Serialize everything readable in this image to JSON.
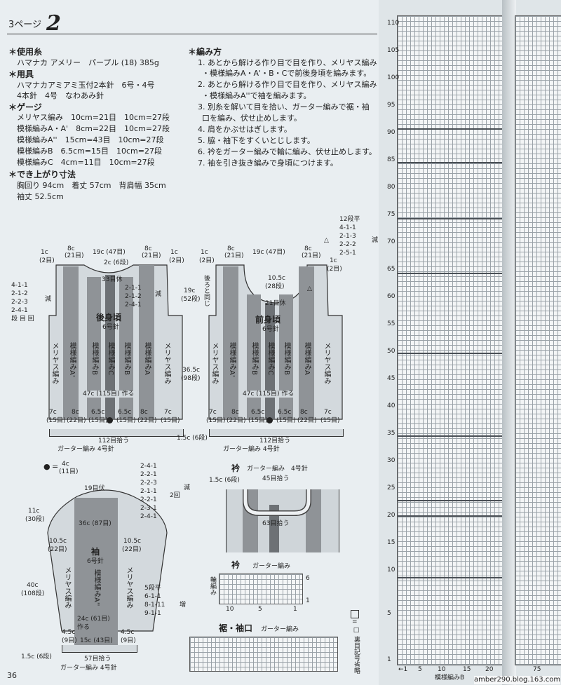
{
  "header": {
    "page_ref": "3ページ",
    "pattern_no": "2"
  },
  "materials": {
    "yarn_title": "＊使用糸",
    "yarn": "ハマナカ アメリー　パープル (18) 385g",
    "tools_title": "＊用具",
    "tools1": "ハマナカアミアミ玉付2本針　6号・4号",
    "tools2": "4本針　4号　なわあみ針",
    "gauge_title": "＊ゲージ",
    "gauge": [
      "メリヤス編み　10cm=21目　10cm=27段",
      "模様編みA・A'　8cm=22目　10cm=27段",
      "模様編みA''　15cm=43目　10cm=27段",
      "模様編みB　6.5cm=15目　10cm=27段",
      "模様編みC　4cm=11目　10cm=27段"
    ],
    "size_title": "＊でき上がり寸法",
    "size1": "胸回り 94cm　着丈 57cm　背肩幅 35cm",
    "size2": "袖丈 52.5cm"
  },
  "method": {
    "title": "＊編み方",
    "steps": [
      "1. あとから解ける作り目で目を作り、メリヤス編み",
      "・模様編みA・A'・B・Cで前後身頃を編みます。",
      "2. あとから解ける作り目で目を作り、メリヤス編み",
      "・模様編みA''で袖を編みます。",
      "3. 別糸を解いて目を拾い、ガーター編みで裾・袖",
      "口を編み、伏せ止めします。",
      "4. 肩をかぶせはぎします。",
      "5. 脇・袖下をすくいとじします。",
      "6. 衿をガーター編みで輪に編み、伏せ止めします。",
      "7. 袖を引き抜き編みで身頃につけます。"
    ]
  },
  "back": {
    "title": "後身頃",
    "needle": "6号針",
    "top_dims": [
      "1c",
      "(2目)",
      "8c",
      "(21目)",
      "19c (47目)",
      "8c",
      "(21目)",
      "1c",
      "(2目)"
    ],
    "neck": "2c (6段)",
    "rest33": "33目休",
    "dec_right": [
      "2-1-1",
      "2-1-2",
      "2-4-1"
    ],
    "gen": "減",
    "dec_left": [
      "4-1-1",
      "2-1-2",
      "2-2-3",
      "2-4-1",
      "段 目 回"
    ],
    "cast": "47c (115目) 作る",
    "bottom": [
      "7c",
      "(15目)",
      "8c",
      "(22目)",
      "6.5c",
      "(15目)",
      "6.5c",
      "(15目)",
      "8c",
      "(22目)",
      "7c",
      "(15目)"
    ],
    "pick": "112目拾う",
    "garter": "ガーター編み 4号針",
    "cols": [
      "メリヤス編み",
      "模様編みA'",
      "模様編みB",
      "模様編みC",
      "模様編みB",
      "模様編みA",
      "メリヤス編み"
    ]
  },
  "front": {
    "title": "前身頃",
    "needle": "6号針",
    "top_dims": [
      "1c",
      "(2目)",
      "8c",
      "(21目)",
      "19c (47目)",
      "8c",
      "(21目)",
      "1c",
      "(2目)"
    ],
    "neck": "10.5c",
    "neck2": "(28段)",
    "rest21": "21目休",
    "side": [
      "19c",
      "(52段)"
    ],
    "side2": "36.5c",
    "side3": "(98段)",
    "same": "後ろと同じ",
    "dec": [
      "12段平",
      "4-1-1",
      "2-1-3",
      "2-2-2",
      "2-5-1"
    ],
    "gen": "減",
    "tri": "△",
    "cast": "47c (115目) 作る",
    "pick": "112目拾う",
    "garter": "ガーター編み 4号針",
    "band": "1.5c (6段)",
    "cols": [
      "メリヤス編み",
      "模様編みA'",
      "模様編みB",
      "模様編みC",
      "模様編みB",
      "模様編みA",
      "メリヤス編み"
    ]
  },
  "legend_dot": {
    "symbol": "●",
    "eq": "=",
    "v1": "4c",
    "v2": "(11目)"
  },
  "sleeve": {
    "title": "袖",
    "needle": "6号針",
    "pattern": "模様編みA''",
    "top": "19目伏",
    "width36": "36c (87目)",
    "h11": "11c",
    "h11b": "(30段)",
    "side": "10.5c",
    "side2": "(22目)",
    "h40": "40c",
    "h40b": "(108段)",
    "mer": "メリヤス編み",
    "dec": [
      "2-4-1",
      "2-2-1",
      "2-2-3",
      "2-1-1",
      "2-2-1",
      "2-3-1",
      "2-4-1"
    ],
    "twice": "2回",
    "gen": "減",
    "inc": [
      "5段平",
      "6-1-1",
      "8-1-11",
      "9-1-1"
    ],
    "zou": "増",
    "w24": "24c (61目)",
    "w24b": "作る",
    "w4": "4.5c",
    "w4b": "(9目)",
    "w15": "15c (43目)",
    "pick": "57目拾う",
    "garter": "ガーター編み 4号針",
    "band": "1.5c (6段)"
  },
  "collar": {
    "title": "衿",
    "sub": "ガーター編み　4号針",
    "h": "1.5c (6段)",
    "pick45": "45目拾う",
    "pick63": "63目拾う",
    "title2": "衿",
    "sub2": "ガーター編み",
    "side_label": "輪編み",
    "rows": [
      "6",
      "1"
    ],
    "cols": [
      "10",
      "5",
      "1"
    ]
  },
  "hem": {
    "title": "裾・袖口",
    "sub": "ガーター編み"
  },
  "legend_symbol": {
    "box": "□",
    "eq": "=",
    "text": "□ 裏目記号省略"
  },
  "chart": {
    "row_numbers": [
      "110",
      "105",
      "100",
      "95",
      "90",
      "85",
      "80",
      "75",
      "70",
      "65",
      "60",
      "55",
      "50",
      "45",
      "40",
      "35",
      "30",
      "25",
      "20",
      "15",
      "10",
      "5",
      "1"
    ],
    "bottom_numbers": [
      "←1",
      "5",
      "10",
      "15",
      "20",
      "75"
    ],
    "bottom_label": "模様編みB"
  },
  "footer": {
    "page": "36",
    "watermark": "amber290.blog.163.com"
  }
}
